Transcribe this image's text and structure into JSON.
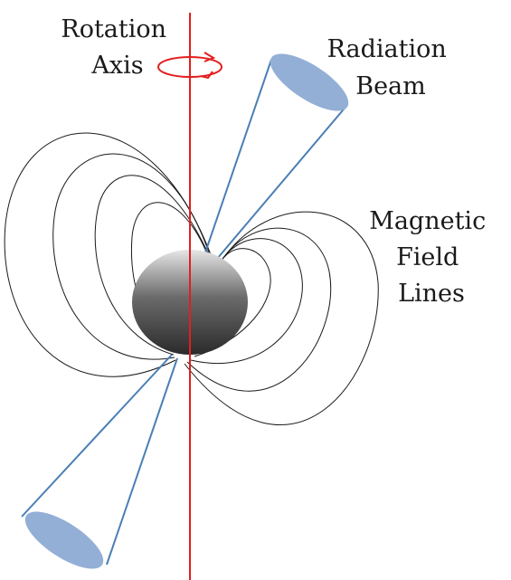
{
  "labels": {
    "rotation_axis": [
      "Rotation",
      "Axis"
    ],
    "radiation_beam": [
      "Radiation",
      "Beam"
    ],
    "magnetic_field_lines": [
      "Magnetic",
      "Field",
      "Lines"
    ]
  },
  "colors": {
    "axis": "#e41e1e",
    "beam": "#4a7fb5",
    "beam_cap": "#93afd6",
    "field_lines": "#1a1a1a",
    "star_top": "#e6e6e6",
    "star_mid": "#6b6b6b",
    "star_bottom": "#2b2b2b"
  }
}
